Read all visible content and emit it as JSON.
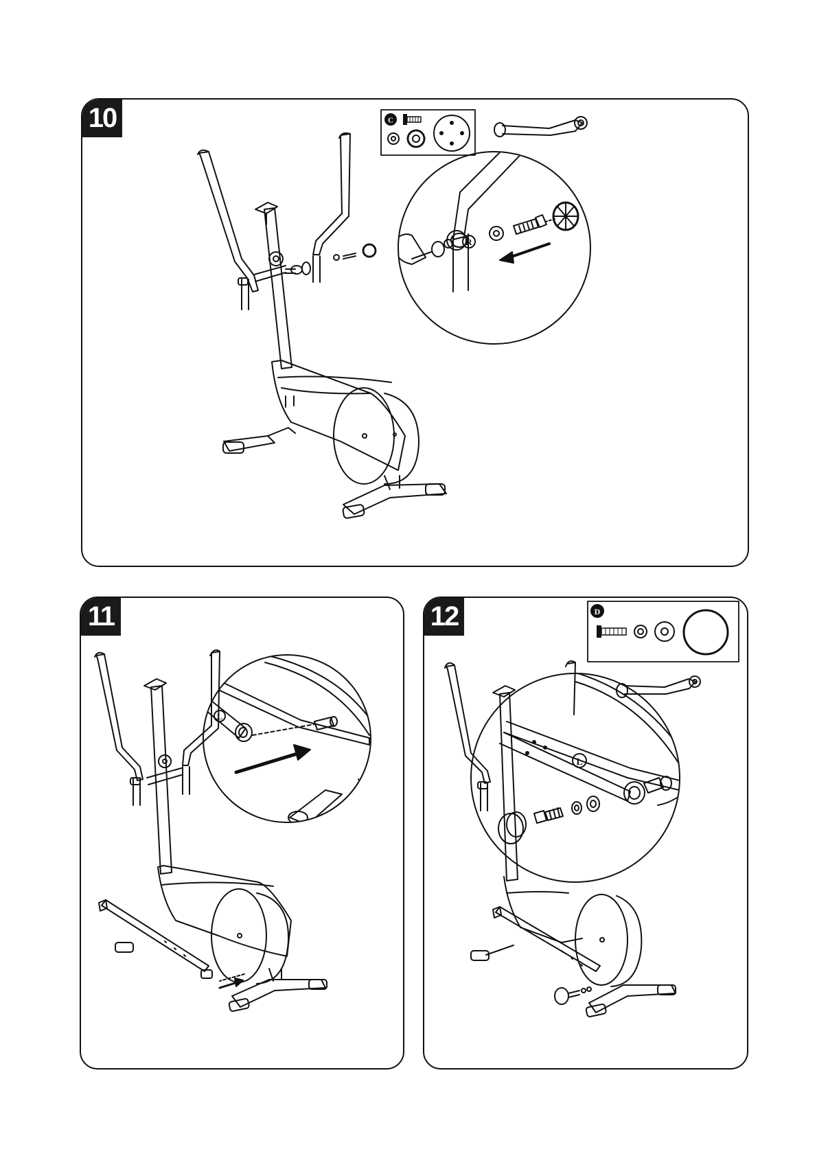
{
  "steps": [
    {
      "number": "10",
      "hardware_pack": "C",
      "side_marker": "R"
    },
    {
      "number": "11",
      "side_marker": "L"
    },
    {
      "number": "12",
      "hardware_pack": "D",
      "side_marker": "L"
    }
  ],
  "icons": [
    "bolt-icon",
    "washer-icon",
    "spring-washer-icon",
    "end-cap-icon",
    "direction-arrow-icon",
    "pedal-arm-icon"
  ]
}
